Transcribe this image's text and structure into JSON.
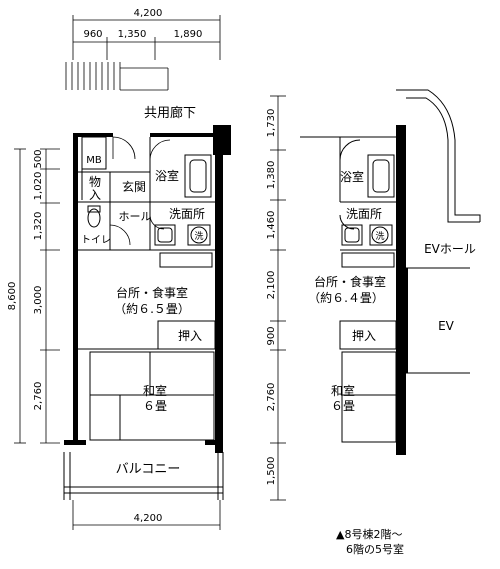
{
  "plan": {
    "top_dims": {
      "total": "4,200",
      "seg1": "960",
      "seg2": "1,350",
      "seg3": "1,890"
    },
    "bottom_dim": "4,200",
    "left_dims": {
      "total": "8,600",
      "d500": "500",
      "d1020": "1,020",
      "d1320": "1,320",
      "d3000": "3,000",
      "d2760": "2,760"
    },
    "center_dims": {
      "d1730": "1,730",
      "d1380": "1,380",
      "d1460": "1,460",
      "d2100": "2,100",
      "d900": "900",
      "d2760": "2,760",
      "d1500": "1,500"
    },
    "left_unit": {
      "corridor": "共用廊下",
      "mb": "MB",
      "storage_top": "物",
      "storage_bottom": "入",
      "entrance": "玄関",
      "bath": "浴室",
      "hall": "ホール",
      "washroom": "洗面所",
      "toilet": "トイレ",
      "washer": "洗",
      "kitchen": "台所・食事室",
      "kitchen_size": "（約６.５畳）",
      "closet": "押入",
      "washitsu": "和室",
      "washitsu_size": "６畳",
      "balcony": "バルコニー"
    },
    "right_unit": {
      "bath": "浴室",
      "washroom": "洗面所",
      "washer": "洗",
      "ev_hall": "EVホール",
      "kitchen": "台所・食事室",
      "kitchen_size": "（約６.４畳）",
      "ev": "EV",
      "closet": "押入",
      "washitsu": "和室",
      "washitsu_size": "６畳"
    },
    "note_line1": "▲8号棟2階～",
    "note_line2": "6階の5号室"
  }
}
